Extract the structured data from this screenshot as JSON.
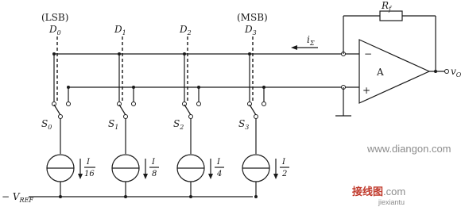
{
  "bits": [
    {
      "letter": "D",
      "index": "0",
      "tag": "(LSB)",
      "switch_letter": "S",
      "switch_index": "0",
      "weight_num": "I",
      "weight_den": "16"
    },
    {
      "letter": "D",
      "index": "1",
      "tag": "",
      "switch_letter": "S",
      "switch_index": "1",
      "weight_num": "I",
      "weight_den": "8"
    },
    {
      "letter": "D",
      "index": "2",
      "tag": "",
      "switch_letter": "S",
      "switch_index": "2",
      "weight_num": "I",
      "weight_den": "4"
    },
    {
      "letter": "D",
      "index": "3",
      "tag": "(MSB)",
      "switch_letter": "S",
      "switch_index": "3",
      "weight_num": "I",
      "weight_den": "2"
    }
  ],
  "amplifier": {
    "label": "A",
    "minus": "−",
    "plus": "+"
  },
  "feedback_resistor": {
    "letter": "R",
    "sub": "f"
  },
  "sum_current": {
    "letter": "i",
    "sub": "Σ"
  },
  "output": {
    "letter": "v",
    "sub": "O"
  },
  "reference": {
    "prefix": "− V",
    "sub": "REF"
  },
  "watermarks": {
    "site1": "www.diangon.com",
    "site2_red": "接线图",
    "site2_tail": ".com",
    "site3": "jiexiantu"
  }
}
